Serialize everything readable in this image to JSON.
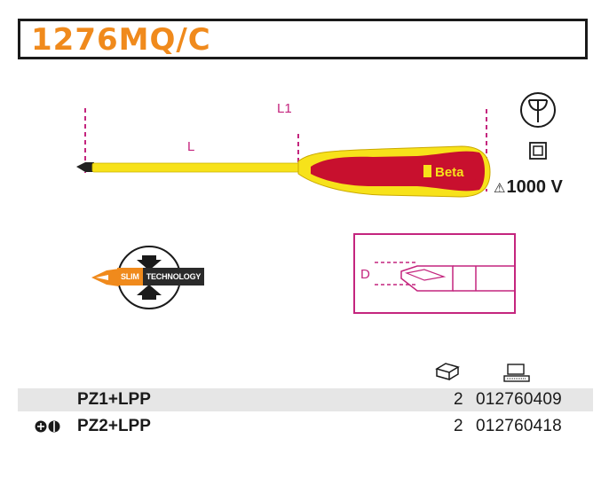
{
  "header": {
    "title": "1276MQ/C"
  },
  "drawing": {
    "label_L": "L",
    "label_L1": "L1",
    "brand": "Beta",
    "voltage": "1000 V",
    "voltage_symbol": "⚠",
    "label_D": "D"
  },
  "badge": {
    "slim": "SLIM",
    "technology": "TECHNOLOGY"
  },
  "colors": {
    "title_orange": "#f08a1c",
    "dimension_magenta": "#c4257e",
    "handle_red": "#c8102e",
    "insulation_yellow": "#f7e21a"
  },
  "table": {
    "header_icons": [
      "package-icon",
      "computer-code-icon"
    ],
    "rows": [
      {
        "name": "PZ1+LPP",
        "qty": "2",
        "code": "012760409"
      },
      {
        "name": "PZ2+LPP",
        "qty": "2",
        "code": "012760418"
      }
    ]
  }
}
